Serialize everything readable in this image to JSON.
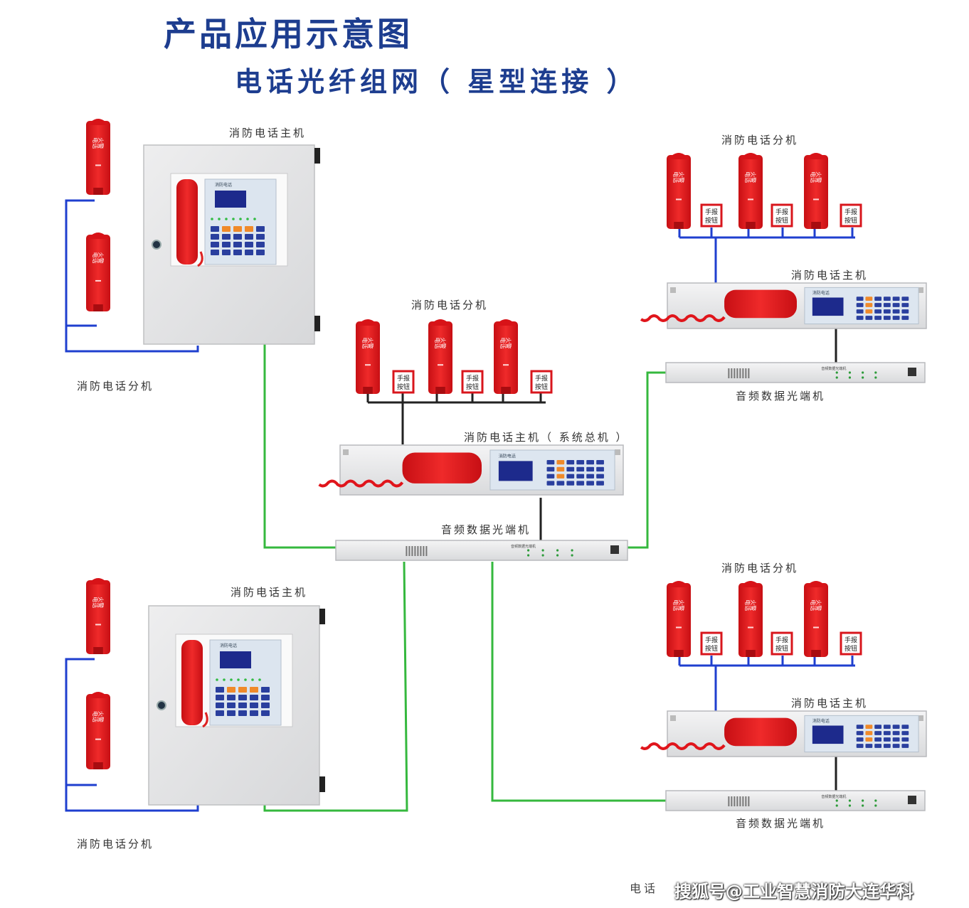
{
  "title": "产品应用示意图",
  "subtitle": "电话光纤组网（ 星型连接 ）",
  "labels": {
    "host_top_left": "消防电话主机",
    "ext_top_left": "消防电话分机",
    "ext_center": "消防电话分机",
    "host_center": "消防电话主机（ 系统总机 ）",
    "optical_center": "音频数据光端机",
    "ext_top_right": "消防电话分机",
    "host_top_right": "消防电话主机",
    "optical_top_right": "音频数据光端机",
    "host_bottom_left": "消防电话主机",
    "ext_bottom_left": "消防电话分机",
    "ext_bottom_right": "消防电话分机",
    "host_bottom_right": "消防电话主机",
    "optical_bottom_right": "音频数据光端机"
  },
  "device_text": {
    "handset": "火警电话",
    "jack": "手报\n按钮",
    "panel_brand": "消防电话主机",
    "optical_brand": "音频数据光端机"
  },
  "watermark": "搜狐号@工业智慧消防大连华科",
  "corner_text": "电话",
  "colors": {
    "title": "#1d3d8f",
    "telephone_line": "#1f3fcf",
    "fiber_line": "#35b83e",
    "device_red": "#e0151b",
    "panel_gray": "#e9e9ea"
  }
}
